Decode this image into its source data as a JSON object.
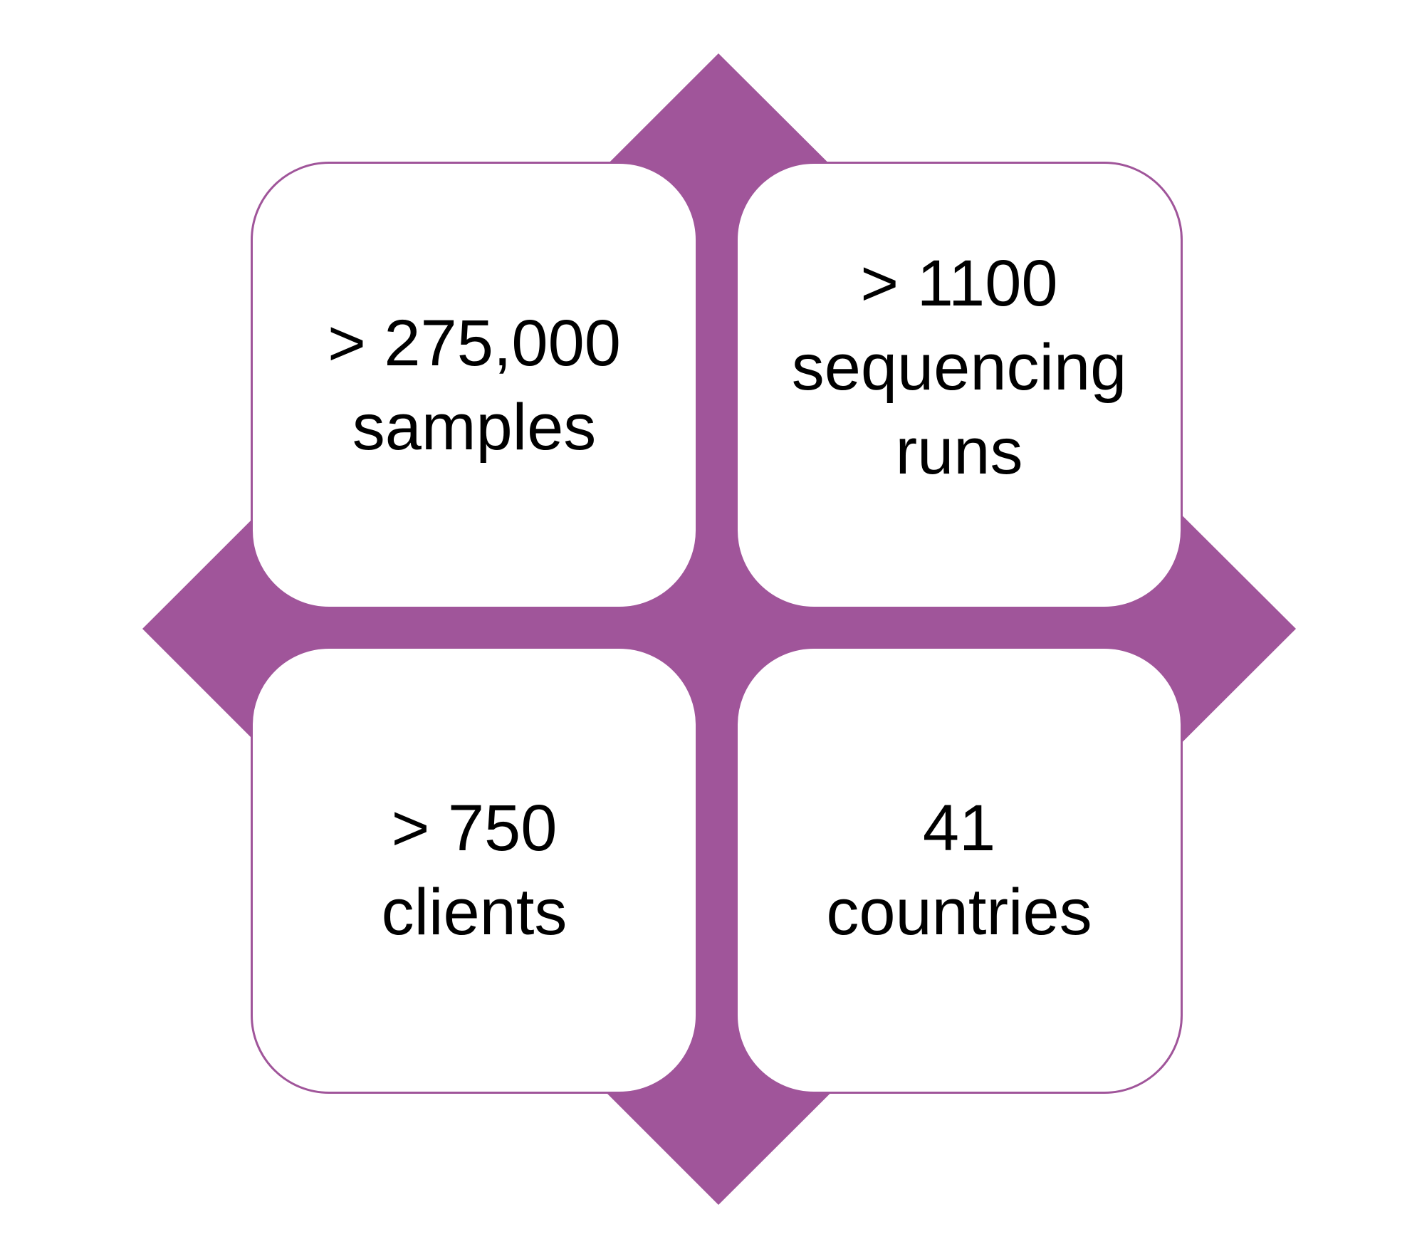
{
  "colors": {
    "diamond": "#a0559a",
    "tile_fill": "#ffffff",
    "tile_border": "#a0559a",
    "text": "#000000"
  },
  "tiles": [
    {
      "lines": [
        "> 275,000",
        "samples"
      ]
    },
    {
      "lines": [
        "> 1100",
        "sequencing",
        "runs"
      ]
    },
    {
      "lines": [
        "> 750",
        "clients"
      ]
    },
    {
      "lines": [
        "41",
        "countries"
      ]
    }
  ]
}
